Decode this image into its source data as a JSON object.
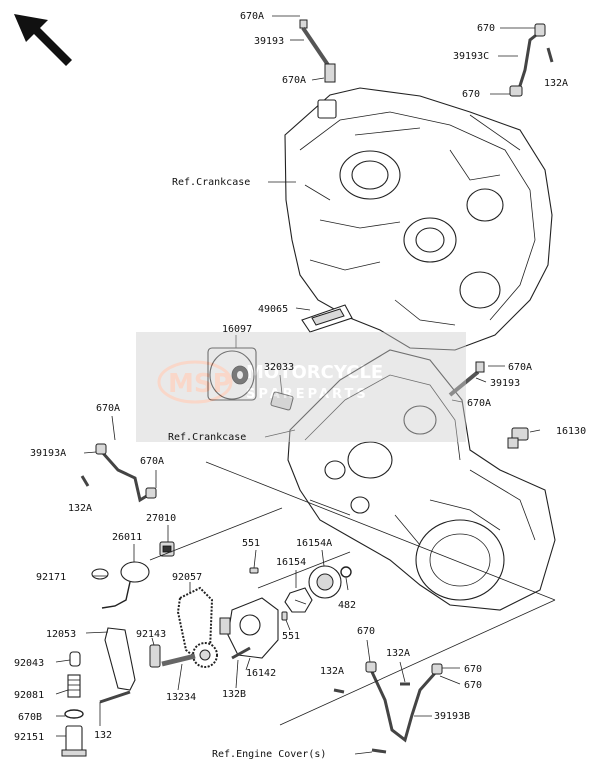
{
  "parts": {
    "p670A_1": "670A",
    "p39193_1": "39193",
    "p670A_2": "670A",
    "p670_1": "670",
    "p39193C": "39193C",
    "p132A_1": "132A",
    "p670_2": "670",
    "ref_crankcase_upper": "Ref.Crankcase",
    "p49065": "49065",
    "p16097": "16097",
    "p32033": "32033",
    "p670A_3": "670A",
    "p39193_2": "39193",
    "p670A_4": "670A",
    "p670A_5": "670A",
    "ref_crankcase_lower": "Ref.Crankcase",
    "p16130": "16130",
    "p39193A": "39193A",
    "p670A_6": "670A",
    "p132A_2": "132A",
    "p27010": "27010",
    "p26011": "26011",
    "p551_1": "551",
    "p16154A": "16154A",
    "p16154": "16154",
    "p92171": "92171",
    "p92057": "92057",
    "p482": "482",
    "p551_2": "551",
    "p12053": "12053",
    "p92143": "92143",
    "p16142": "16142",
    "p670_3": "670",
    "p132A_3": "132A",
    "p92043": "92043",
    "p132A_4": "132A",
    "p670_4": "670",
    "p670_5": "670",
    "p92081": "92081",
    "p13234": "13234",
    "p132B": "132B",
    "p670B": "670B",
    "p39193B": "39193B",
    "p132": "132",
    "p92151": "92151",
    "ref_engine_cover": "Ref.Engine Cover(s)"
  },
  "watermark": {
    "logo": "MSP",
    "line1": "MOTORCYCLE",
    "line2": "SPAREPARTS"
  }
}
